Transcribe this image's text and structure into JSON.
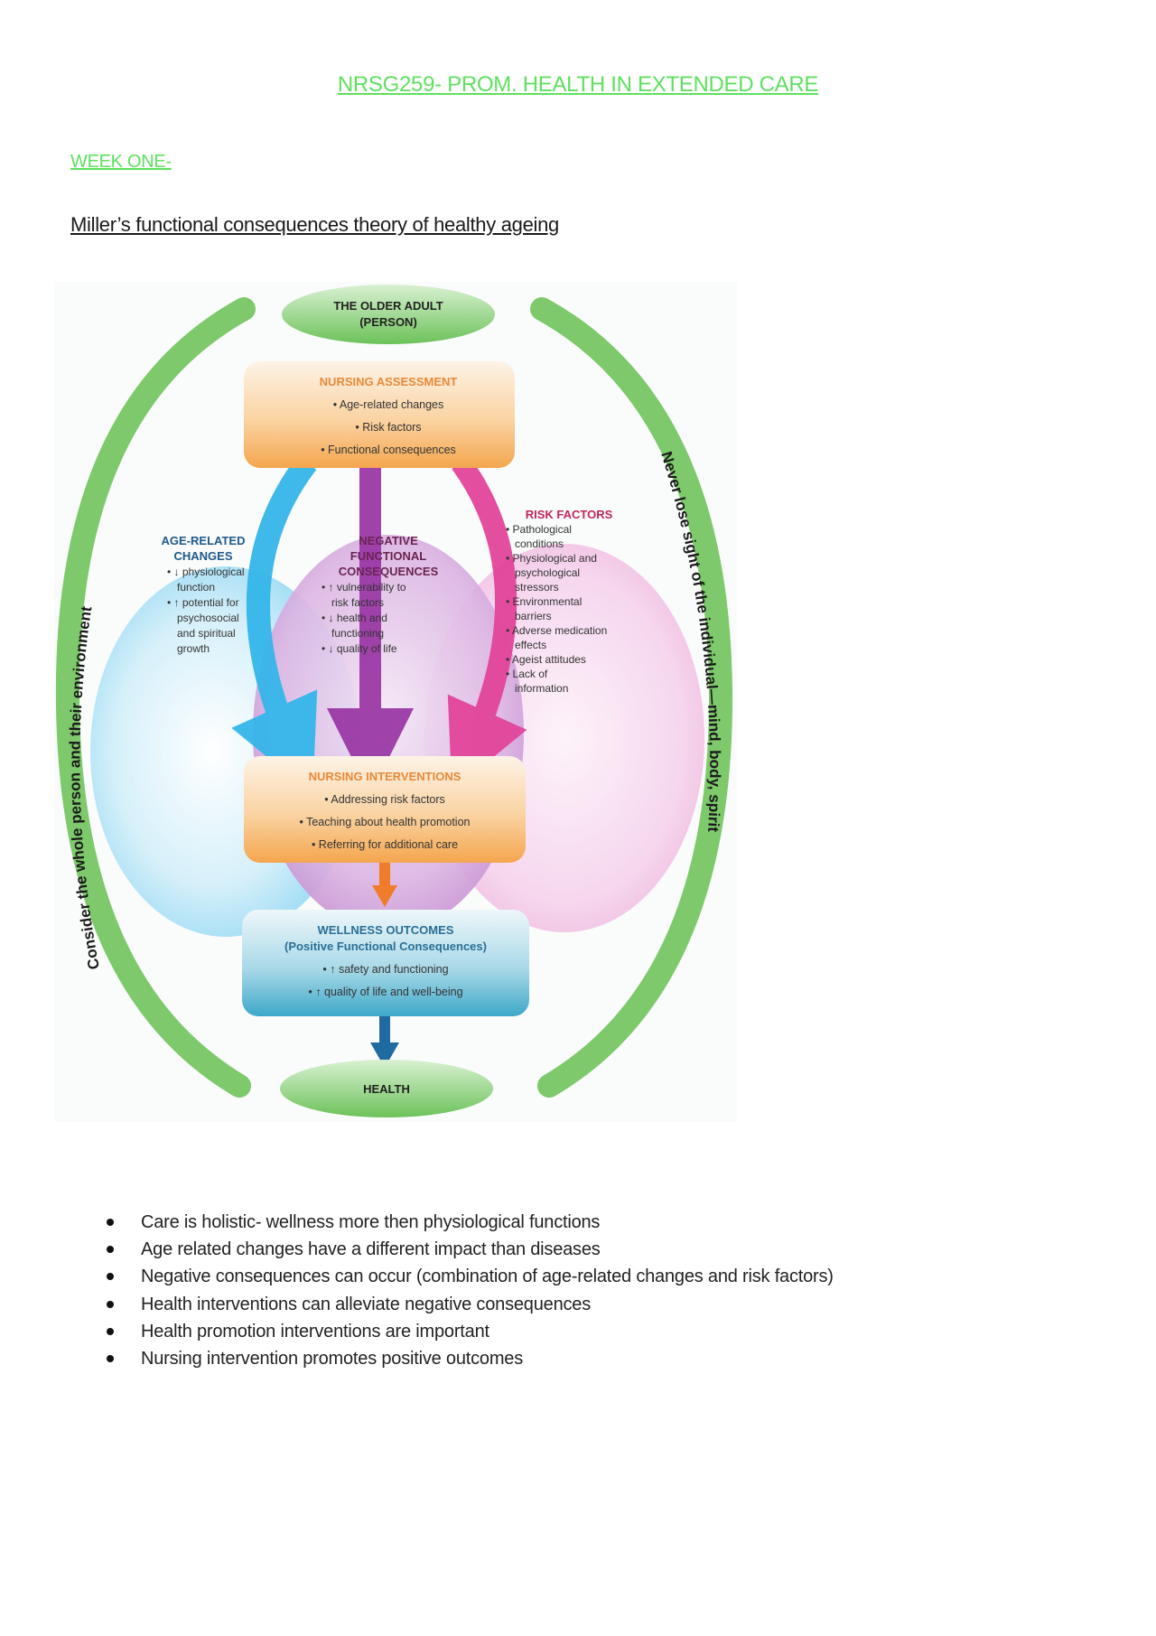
{
  "document": {
    "title": "NRSG259- PROM. HEALTH IN EXTENDED CARE",
    "week_heading": "WEEK ONE-",
    "subtitle": "Miller’s functional consequences theory of healthy ageing"
  },
  "diagram": {
    "top_node": {
      "line1": "THE OLDER ADULT",
      "line2": "(PERSON)"
    },
    "assessment": {
      "title": "NURSING ASSESSMENT",
      "items": [
        "• Age-related changes",
        "• Risk factors",
        "• Functional consequences"
      ]
    },
    "age_related": {
      "title1": "AGE-RELATED",
      "title2": "CHANGES",
      "lines": [
        "• ↓ physiological",
        "function",
        "• ↑ potential for",
        "psychosocial",
        "and spiritual",
        "growth"
      ]
    },
    "negative": {
      "title1": "NEGATIVE",
      "title2": "FUNCTIONAL",
      "title3": "CONSEQUENCES",
      "lines": [
        "• ↑ vulnerability to",
        "risk factors",
        "• ↓ health and",
        "functioning",
        "• ↓ quality of life"
      ]
    },
    "risk_factors": {
      "title": "RISK FACTORS",
      "lines": [
        "• Pathological",
        "conditions",
        "• Physiological and",
        "psychological",
        "stressors",
        "• Environmental",
        "barriers",
        "• Adverse medication",
        "effects",
        "• Ageist attitudes",
        "• Lack of",
        "information"
      ]
    },
    "interventions": {
      "title": "NURSING INTERVENTIONS",
      "items": [
        "• Addressing risk factors",
        "• Teaching about health promotion",
        "• Referring for additional care"
      ]
    },
    "wellness": {
      "title": "WELLNESS OUTCOMES",
      "subtitle": "(Positive Functional Consequences)",
      "items": [
        "• ↑ safety and functioning",
        "• ↑ quality of life and well-being"
      ]
    },
    "bottom_node": "HEALTH",
    "left_arc_text": "Consider the whole person and their environment",
    "right_arc_text": "Never lose sight of the individual—mind, body, spirit",
    "colors": {
      "green": "#7dc96b",
      "orange_title": "#e8893a",
      "blue_title": "#1e5a8a",
      "purple_title": "#6a2452",
      "risk_title": "#c0275a",
      "teal_title": "#2a6f95"
    }
  },
  "bullets": [
    "Care is holistic- wellness more then physiological functions",
    "Age related changes have a different impact than diseases",
    "Negative consequences can occur (combination of age-related changes and risk factors)",
    "Health interventions can alleviate negative consequences",
    "Health promotion interventions are important",
    "Nursing intervention promotes positive outcomes"
  ],
  "colors": {
    "heading_green": "#5fe05f",
    "body_text": "#222222"
  }
}
